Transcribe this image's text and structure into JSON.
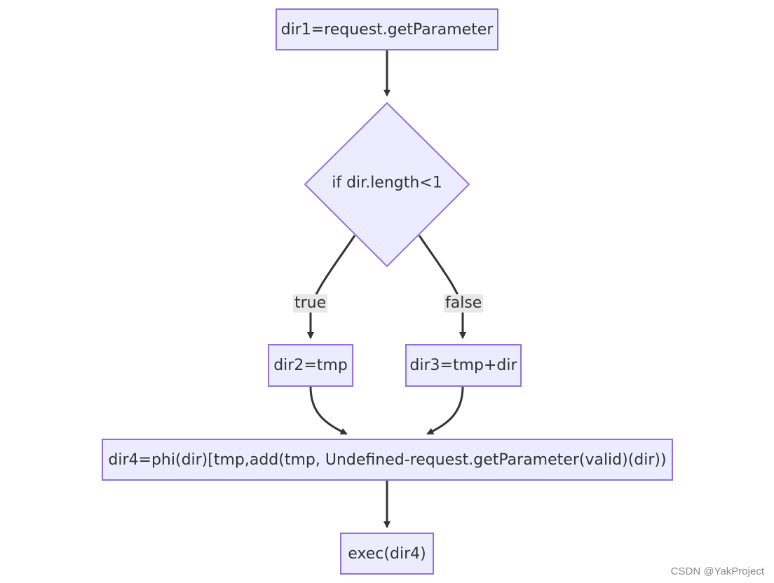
{
  "flowchart": {
    "nodes": {
      "start": "dir1=request.getParameter",
      "decision": "if dir.length<1",
      "branch_true": "dir2=tmp",
      "branch_false": "dir3=tmp+dir",
      "merge": "dir4=phi(dir)[tmp,add(tmp, Undefined-request.getParameter(valid)(dir))",
      "end": "exec(dir4)"
    },
    "edge_labels": {
      "true": "true",
      "false": "false"
    },
    "colors": {
      "node_fill": "#ececff",
      "node_border": "#9370db",
      "edge": "#333333",
      "label_bg": "#e8e8e8"
    }
  },
  "watermark": "CSDN @YakProject"
}
